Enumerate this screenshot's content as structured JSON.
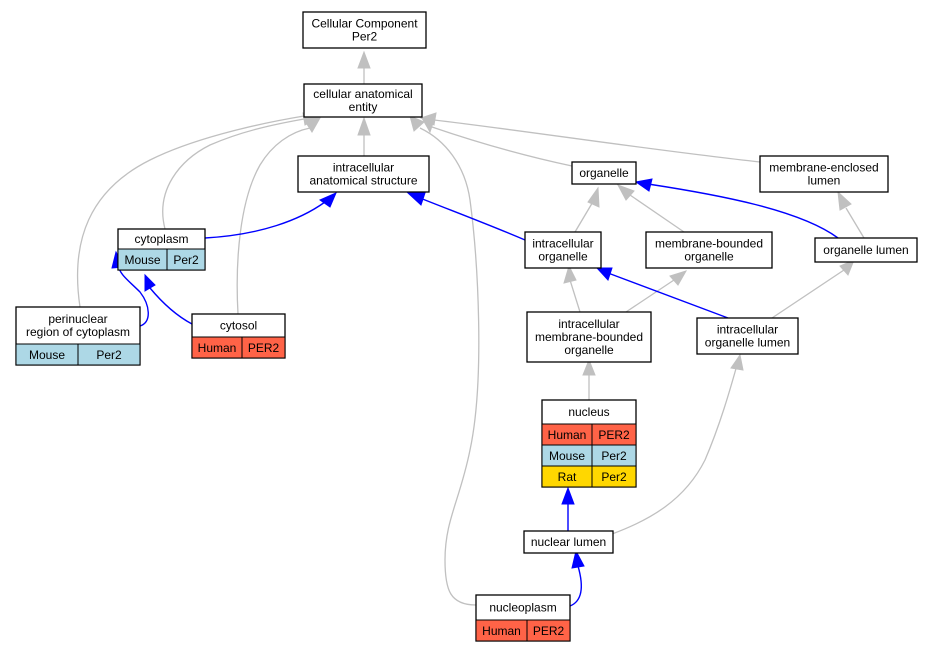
{
  "colors": {
    "human": "#ff6347",
    "mouse": "#add8e6",
    "rat": "#ffd700",
    "is_a_edge": "#c0c0c0",
    "part_of_edge": "#0000ff"
  },
  "nodes": {
    "root": {
      "lines": [
        "Cellular Component",
        "Per2"
      ]
    },
    "cae": {
      "lines": [
        "cellular anatomical",
        "entity"
      ]
    },
    "ias": {
      "lines": [
        "intracellular",
        "anatomical structure"
      ]
    },
    "organelle": {
      "lines": [
        "organelle"
      ]
    },
    "mel": {
      "lines": [
        "membrane-enclosed",
        "lumen"
      ]
    },
    "cytoplasm": {
      "lines": [
        "cytoplasm"
      ],
      "rows": [
        [
          "Mouse",
          "Per2"
        ]
      ]
    },
    "io": {
      "lines": [
        "intracellular",
        "organelle"
      ]
    },
    "mbo": {
      "lines": [
        "membrane-bounded",
        "organelle"
      ]
    },
    "ol": {
      "lines": [
        "organelle lumen"
      ]
    },
    "prc": {
      "lines": [
        "perinuclear",
        "region of cytoplasm"
      ],
      "rows": [
        [
          "Mouse",
          "Per2"
        ]
      ]
    },
    "cytosol": {
      "lines": [
        "cytosol"
      ],
      "rows": [
        [
          "Human",
          "PER2"
        ]
      ]
    },
    "imbo": {
      "lines": [
        "intracellular",
        "membrane-bounded",
        "organelle"
      ]
    },
    "iol": {
      "lines": [
        "intracellular",
        "organelle lumen"
      ]
    },
    "nucleus": {
      "lines": [
        "nucleus"
      ],
      "rows": [
        [
          "Human",
          "PER2"
        ],
        [
          "Mouse",
          "Per2"
        ],
        [
          "Rat",
          "Per2"
        ]
      ]
    },
    "nl": {
      "lines": [
        "nuclear lumen"
      ]
    },
    "np": {
      "lines": [
        "nucleoplasm"
      ],
      "rows": [
        [
          "Human",
          "PER2"
        ]
      ]
    }
  }
}
